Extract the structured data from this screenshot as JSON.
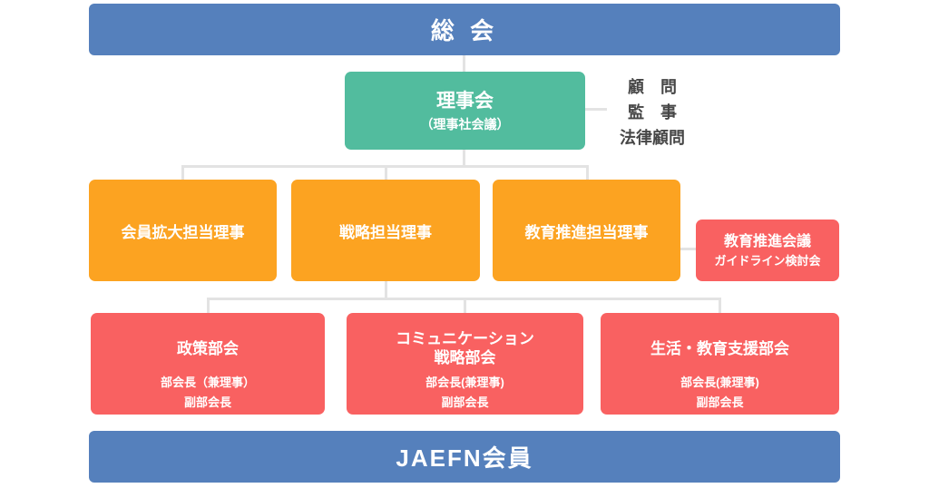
{
  "palette": {
    "blue": "#5580bc",
    "teal": "#52bc9e",
    "orange": "#fca321",
    "coral": "#f96161",
    "line": "#e3e3e3",
    "gray_text": "#464646",
    "box_text": "#ffffff"
  },
  "chart": {
    "top_bar": {
      "label": "総 会"
    },
    "board": {
      "title": "理事会",
      "subtitle": "（理事社会議）"
    },
    "advisors": {
      "lines": [
        "顧　問",
        "監　事",
        "法律顧問"
      ]
    },
    "directors": [
      {
        "label": "会員拡大担当理事"
      },
      {
        "label": "戦略担当理事"
      },
      {
        "label": "教育推進担当理事"
      }
    ],
    "side_box": {
      "title": "教育推進会議",
      "subtitle": "ガイドライン検討会"
    },
    "committees": [
      {
        "title_lines": [
          "政策部会"
        ],
        "members": [
          "部会長（兼理事）",
          "副部会長"
        ]
      },
      {
        "title_lines": [
          "コミュニケーション",
          "戦略部会"
        ],
        "members": [
          "部会長(兼理事)",
          "副部会長"
        ]
      },
      {
        "title_lines": [
          "生活・教育支援部会"
        ],
        "members": [
          "部会長(兼理事)",
          "副部会長"
        ]
      }
    ],
    "bottom_bar": {
      "label": "JAEFN会員"
    }
  }
}
